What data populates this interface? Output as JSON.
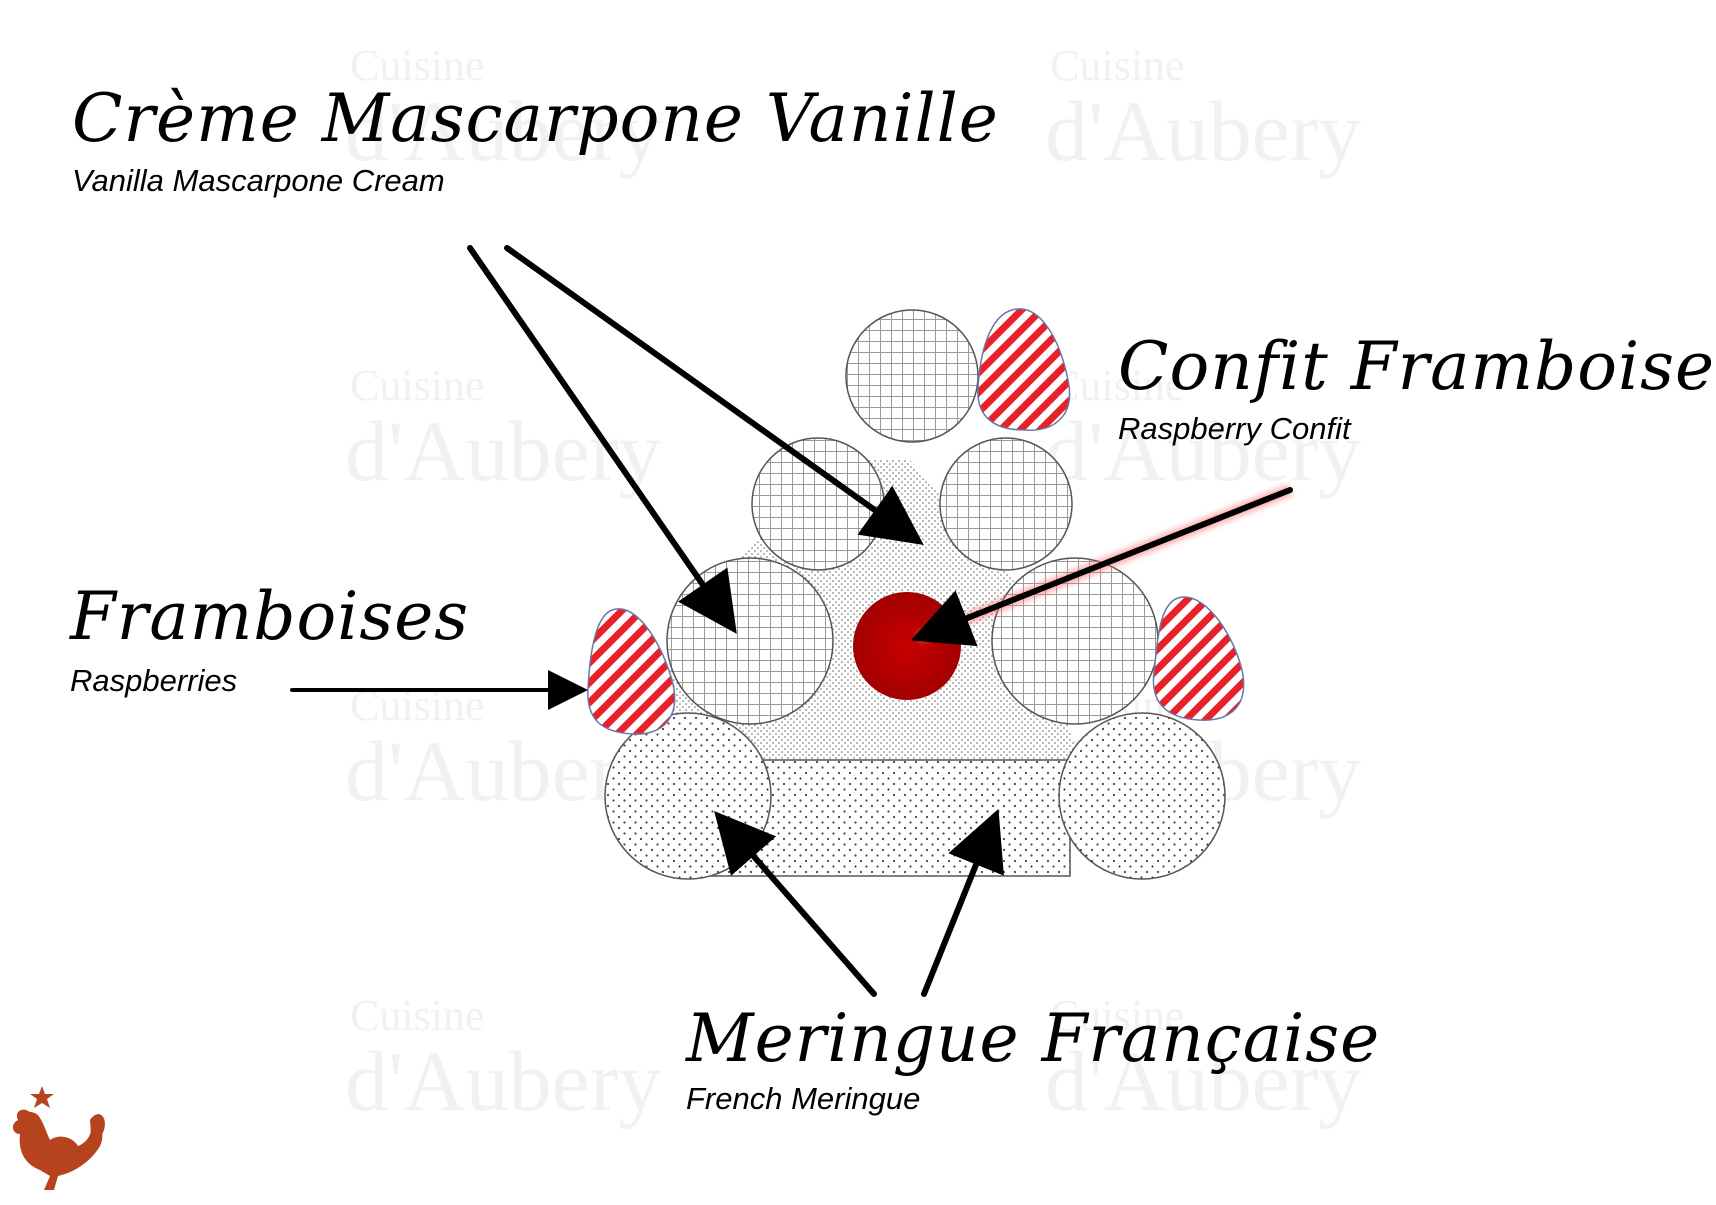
{
  "labels": {
    "mascarpone": {
      "fr": "Crème Mascarpone Vanille",
      "en": "Vanilla Mascarpone Cream"
    },
    "confit": {
      "fr": "Confit Framboise",
      "en": "Raspberry Confit"
    },
    "raspberries": {
      "fr": "Framboises",
      "en": "Raspberries"
    },
    "meringue": {
      "fr": "Meringue Française",
      "en": "French Meringue"
    }
  },
  "watermark": {
    "line1": "Cuisine",
    "line2": "d'Aubery"
  },
  "colors": {
    "raspberry_red": "#e8202a",
    "confit_dark": "#a30000",
    "confit_light": "#c80000",
    "outline": "#555555",
    "raspberry_outline": "#6677aa",
    "rooster": "#b5441e",
    "watermark": "#f1f1f1"
  }
}
